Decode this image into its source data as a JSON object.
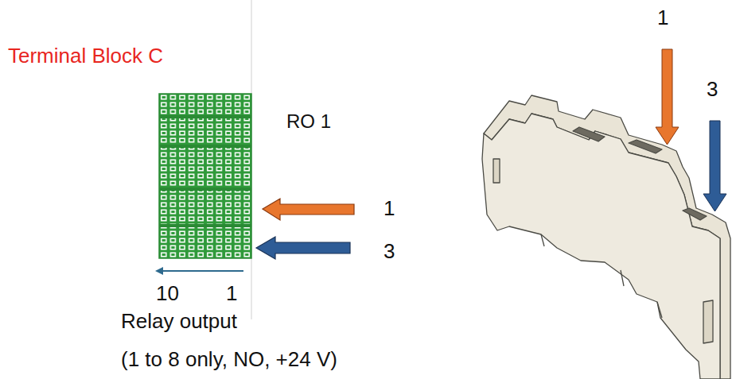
{
  "diagram": {
    "title": "Terminal Block C",
    "labels": [
      "RO 1",
      "1",
      "3",
      "10",
      "1",
      "Relay output",
      "(1 to 8 only, NO, +24 V)",
      "1",
      "3"
    ]
  }
}
